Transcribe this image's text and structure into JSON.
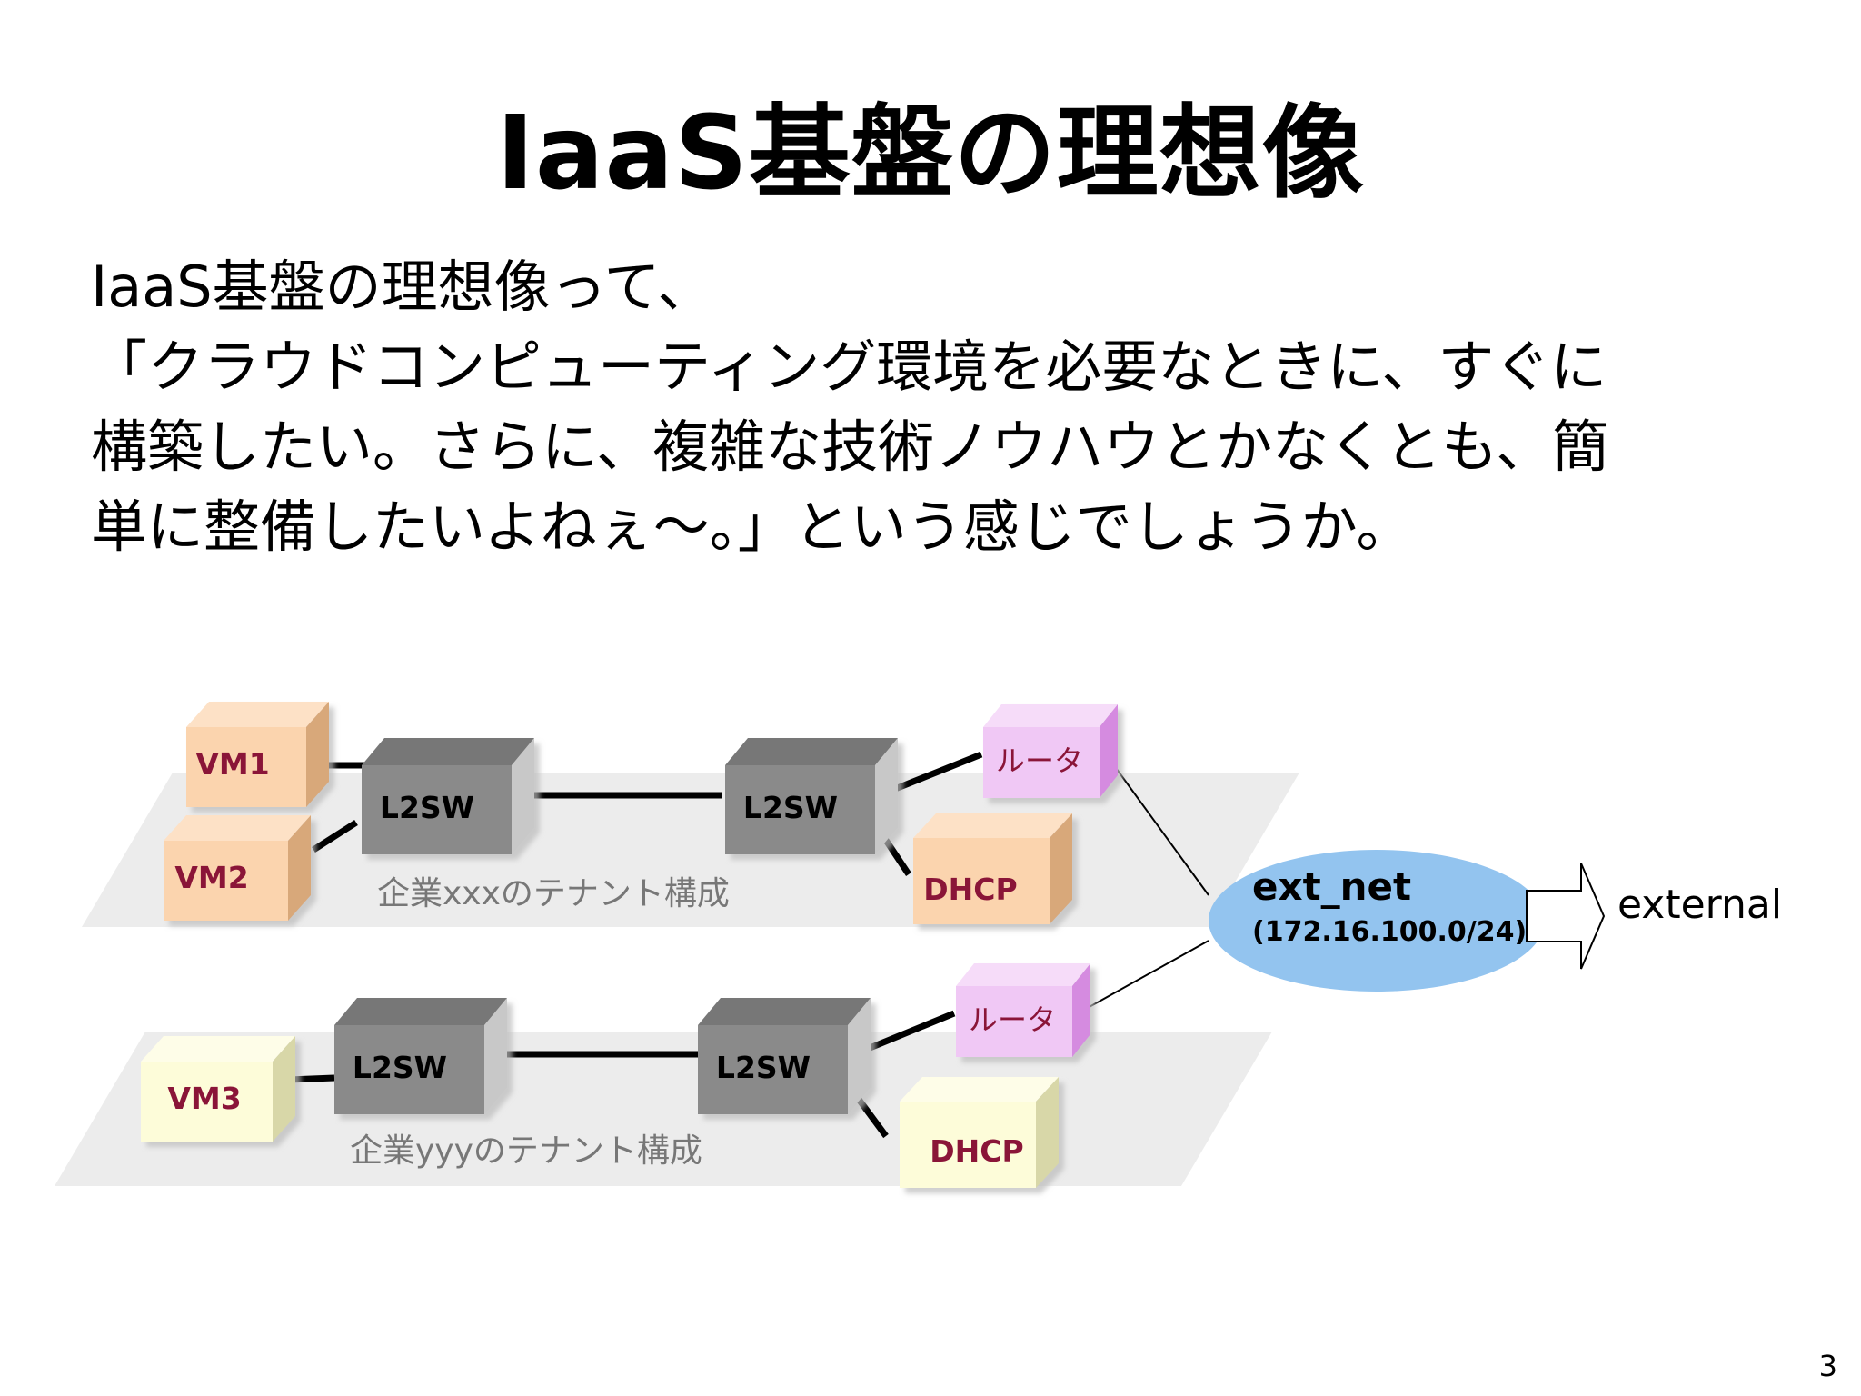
{
  "slide": {
    "title": "IaaS基盤の理想像",
    "body_lines": [
      "IaaS基盤の理想像って、",
      "「クラウドコンピューティング環境を必要なときに、すぐに",
      "構築したい。さらに、複雑な技術ノウハウとかなくとも、簡",
      "単に整備したいよねぇ〜。」という感じでしょうか。"
    ],
    "page_number": "3"
  },
  "diagram": {
    "tenants": [
      {
        "label": "企業xxxのテナント構成",
        "vms": [
          "VM1",
          "VM2"
        ],
        "switches": [
          "L2SW",
          "L2SW"
        ],
        "router": "ルータ",
        "dhcp": "DHCP"
      },
      {
        "label": "企業yyyのテナント構成",
        "vms": [
          "VM3"
        ],
        "switches": [
          "L2SW",
          "L2SW"
        ],
        "router": "ルータ",
        "dhcp": "DHCP"
      }
    ],
    "ext_net": {
      "name": "ext_net",
      "cidr": "(172.16.100.0/24)"
    },
    "external": "external",
    "colors": {
      "vm_orange": "#fbd4ae",
      "vm_yellow": "#fdfcd9",
      "switch": "#8a8a8a",
      "router": "#f0c8f5",
      "dhcp_orange": "#fbd4ae",
      "dhcp_yellow": "#fdfcd9",
      "ext_net": "#93c4ef",
      "label_text": "#8a1538",
      "platform": "#e8e8e8"
    }
  }
}
